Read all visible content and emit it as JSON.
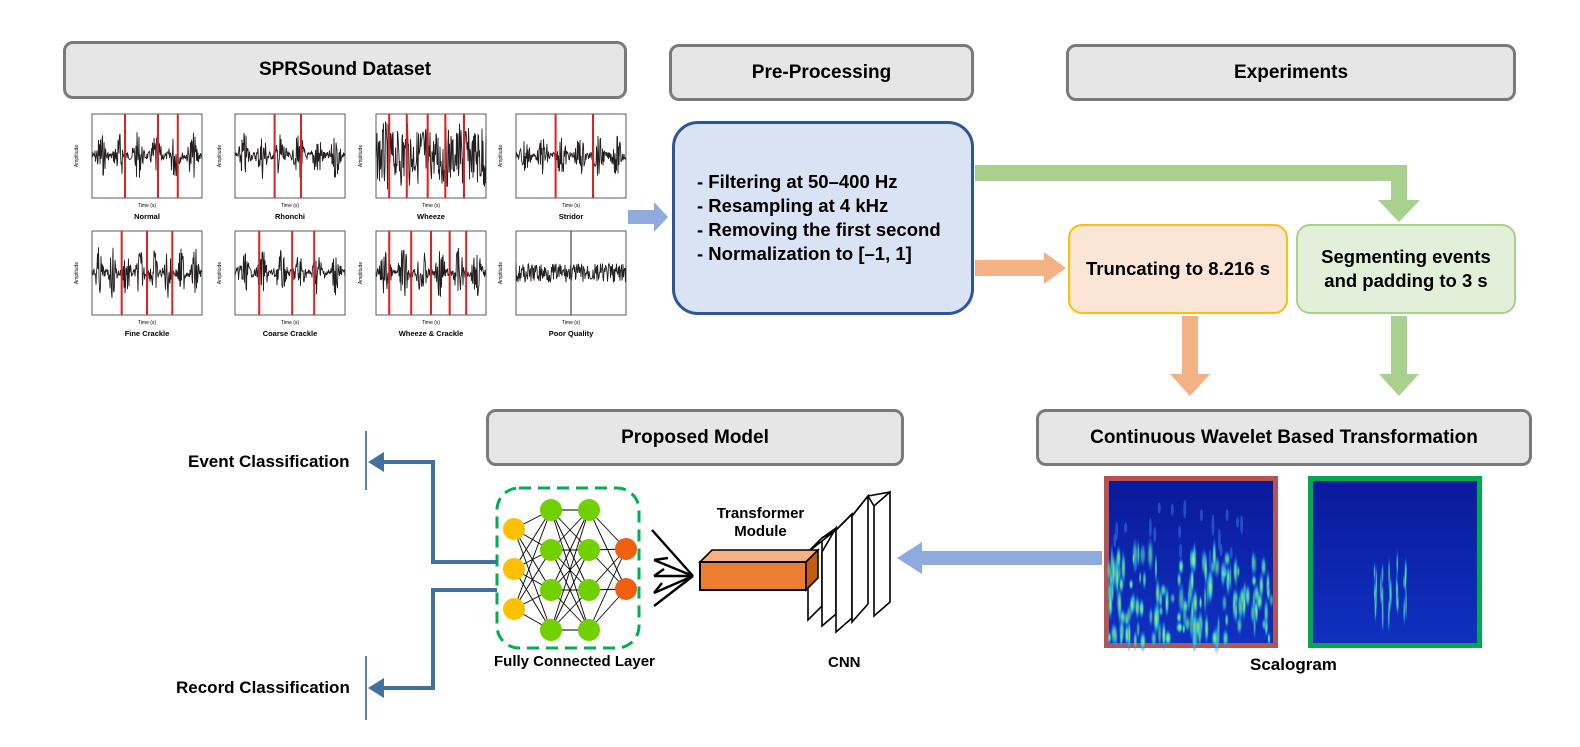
{
  "headers": {
    "dataset": "SPRSound Dataset",
    "preprocessing": "Pre-Processing",
    "experiments": "Experiments",
    "model": "Proposed Model",
    "cwt": "Continuous Wavelet Based Transformation"
  },
  "preprocessing_steps": [
    "- Filtering at 50–400 Hz",
    "- Resampling at 4 kHz",
    "- Removing the first second",
    "- Normalization to [–1, 1]"
  ],
  "experiments": {
    "truncating": "Truncating to 8.216 s",
    "segmenting": "Segmenting events and padding to 3 s"
  },
  "waveforms": {
    "classes": [
      "Normal",
      "Rhonchi",
      "Wheeze",
      "Stridor",
      "Fine Crackle",
      "Coarse Crackle",
      "Wheeze & Crackle",
      "Poor Quality"
    ],
    "xlabel": "Time (s)",
    "ylabel": "Amplitude"
  },
  "model": {
    "transformer": "Transformer Module",
    "cnn": "CNN",
    "fc": "Fully Connected Layer",
    "scalogram": "Scalogram"
  },
  "outputs": {
    "event": "Event Classification",
    "record": "Record Classification"
  },
  "colors": {
    "header_fill": "#e6e6e6",
    "header_border": "#7a7a7a",
    "pre_fill": "#dae3f3",
    "pre_border": "#2f5597",
    "trunc_fill": "#fbe5d6",
    "trunc_border": "#ffc000",
    "seg_fill": "#e2f0d9",
    "seg_border": "#a9d18e",
    "arrow_green": "#a9d18e",
    "arrow_orange": "#f4b183",
    "arrow_blue": "#8faadc",
    "output_arrow": "#41719c",
    "event_marker": "#e02020",
    "transformer_fill": "#ed7d31",
    "node_input": "#ffc000",
    "node_hidden": "#70d000",
    "node_output": "#f06010"
  }
}
